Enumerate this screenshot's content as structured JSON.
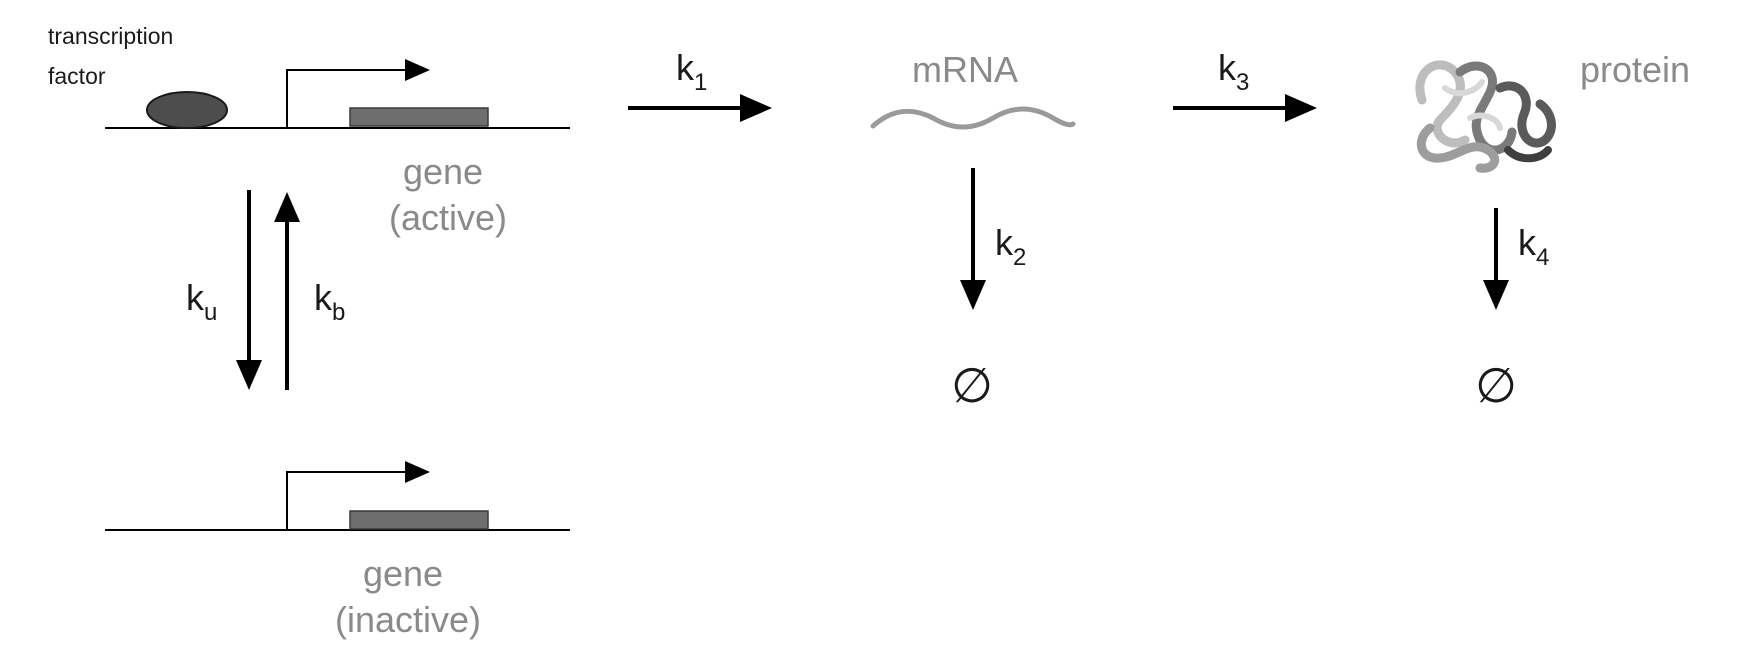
{
  "labels": {
    "transcription_factor_line1": "transcription",
    "transcription_factor_line2": "factor",
    "gene_active_line1": "gene",
    "gene_active_line2": "(active)",
    "gene_inactive_line1": "gene",
    "gene_inactive_line2": "(inactive)",
    "mrna": "mRNA",
    "protein": "protein",
    "degraded_symbol": "∅"
  },
  "rates": {
    "k1": {
      "base": "k",
      "sub": "1"
    },
    "k2": {
      "base": "k",
      "sub": "2"
    },
    "k3": {
      "base": "k",
      "sub": "3"
    },
    "k4": {
      "base": "k",
      "sub": "4"
    },
    "ku": {
      "base": "k",
      "sub": "u"
    },
    "kb": {
      "base": "k",
      "sub": "b"
    }
  },
  "colors": {
    "ink": "#000000",
    "grey_text": "#8a8a8a",
    "gene_box": "#6e6e6e",
    "tf_blob": "#4d4d4d",
    "mrna_wave": "#9a9a9a"
  }
}
